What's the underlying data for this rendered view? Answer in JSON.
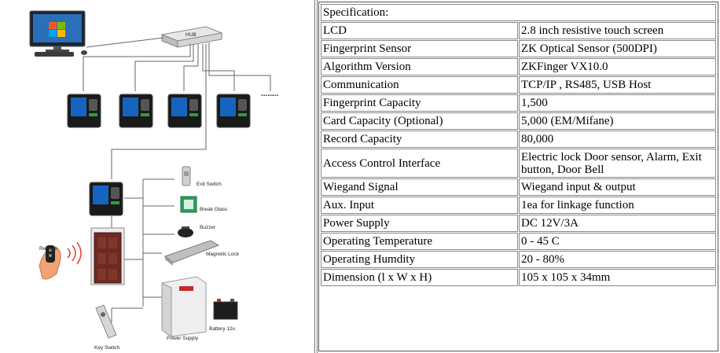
{
  "diagram": {
    "labels": {
      "exit_switch": "Exit Switch",
      "break_glass": "Break Glass",
      "buzzer": "Buzzer",
      "magnetic_lock": "Magnetic Lock",
      "remote": "Remote",
      "power_supply": "Power Supply",
      "battery": "Battery 12v.",
      "key_switch": "Key Switch"
    },
    "switch_brand": "HUB",
    "more_devices": "........"
  },
  "spec": {
    "heading": "Specification:",
    "rows": [
      {
        "key": "LCD",
        "value": "2.8 inch resistive touch screen"
      },
      {
        "key": "Fingerprint Sensor",
        "value": "ZK Optical Sensor (500DPI)"
      },
      {
        "key": "Algorithm Version",
        "value": "ZKFinger VX10.0"
      },
      {
        "key": "Communication",
        "value": "TCP/IP , RS485, USB Host"
      },
      {
        "key": "Fingerprint Capacity",
        "value": "1,500"
      },
      {
        "key": "Card Capacity (Optional)",
        "value": "5,000 (EM/Mifane)"
      },
      {
        "key": "Record Capacity",
        "value": "80,000"
      },
      {
        "key": "Access Control Interface",
        "value": "Electric lock Door sensor, Alarm, Exit button, Door Bell"
      },
      {
        "key": "Wiegand Signal",
        "value": "Wiegand input & output"
      },
      {
        "key": "Aux. Input",
        "value": "1ea for linkage function"
      },
      {
        "key": "Power Supply",
        "value": "DC 12V/3A"
      },
      {
        "key": "Operating Temperature",
        "value": "0 - 45 C"
      },
      {
        "key": "Operating Humdity",
        "value": "20 - 80%"
      },
      {
        "key": "Dimension (l x W x H)",
        "value": "105 x 105 x 34mm"
      }
    ]
  }
}
